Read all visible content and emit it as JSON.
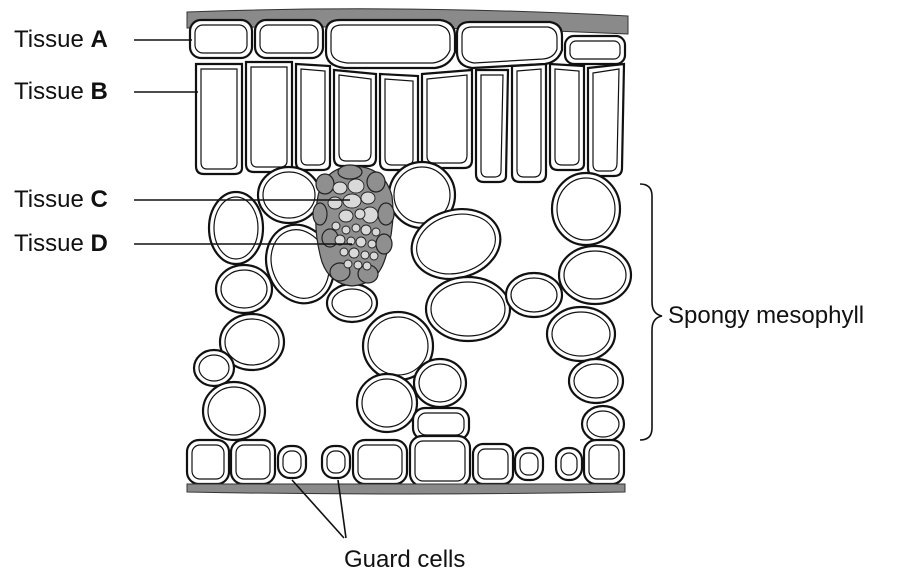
{
  "labels": {
    "tissue_prefix": "Tissue",
    "tissue_a": "A",
    "tissue_b": "B",
    "tissue_c": "C",
    "tissue_d": "D",
    "spongy_mesophyll": "Spongy mesophyll",
    "guard_cells": "Guard cells"
  },
  "colors": {
    "cuticle": "#8a8a8a",
    "bundle_outer": "#8f8f8f",
    "bundle_inner": "#d9d9d9",
    "outline": "#111111"
  }
}
